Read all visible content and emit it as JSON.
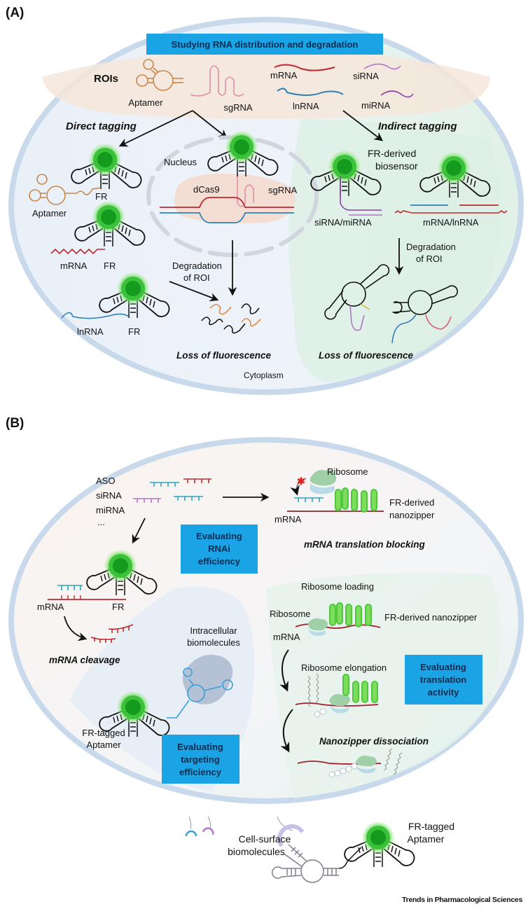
{
  "figure": {
    "journal": "Trends in Pharmacological Sciences",
    "colors": {
      "box_fill": "#1aa4e6",
      "box_text": "#0d2b4f",
      "membrane": "#b9cde4",
      "fluor_green": "#3cc23a",
      "fluor_core": "#149a1c",
      "mrna_red": "#c0282d",
      "lnrna_blue": "#2f7fb8",
      "aptamer_orange": "#c9874b",
      "sgrna_pink": "#e08fa6",
      "sirna_purple": "#b176c9"
    }
  },
  "panelA": {
    "label": "(A)",
    "title_box": "Studying RNA distribution and degradation",
    "rois_label": "ROIs",
    "roi_items": {
      "aptamer": "Aptamer",
      "sgrna": "sgRNA",
      "mrna": "mRNA",
      "lnrna": "lnRNA",
      "sirna": "siRNA",
      "mirna": "miRNA"
    },
    "direct_tagging": "Direct tagging",
    "indirect_tagging": "Indirect tagging",
    "nucleus": "Nucleus",
    "dcas9": "dCas9",
    "sgrna": "sgRNA",
    "fr": "FR",
    "aptamer": "Aptamer",
    "mrna": "mRNA",
    "lnrna": "lnRNA",
    "fr_biosensor_line1": "FR-derived",
    "fr_biosensor_line2": "biosensor",
    "sirna_mirna": "siRNA/miRNA",
    "mrna_lnrna": "mRNA/lnRNA",
    "degradation_line1": "Degradation",
    "degradation_line2": "of ROI",
    "loss_fluorescence": "Loss of fluorescence",
    "cytoplasm": "Cytoplasm"
  },
  "panelB": {
    "label": "(B)",
    "oligos": [
      "ASO",
      "siRNA",
      "miRNA",
      "..."
    ],
    "ribosome": "Ribosome",
    "mrna": "mRNA",
    "nanozipper_line1": "FR-derived",
    "nanozipper_line2": "nanozipper",
    "translation_blocking": "mRNA translation blocking",
    "box_rnai": [
      "Evaluating",
      "RNAi",
      "efficiency"
    ],
    "fr": "FR",
    "mrna_cleavage": "mRNA cleavage",
    "intracellular_line1": "Intracellular",
    "intracellular_line2": "biomolecules",
    "fr_tagged_line1": "FR-tagged",
    "fr_tagged_line2": "Aptamer",
    "box_targeting": [
      "Evaluating",
      "targeting",
      "efficiency"
    ],
    "ribosome_loading": "Ribosome loading",
    "fr_derived_nanozipper": "FR-derived nanozipper",
    "ribosome_elongation": "Ribosome elongation",
    "box_translation": [
      "Evaluating",
      "translation",
      "activity"
    ],
    "nanozipper_dissociation": "Nanozipper dissociation",
    "cell_surface_line1": "Cell-surface",
    "cell_surface_line2": "biomolecules",
    "outside_fr_line1": "FR-tagged",
    "outside_fr_line2": "Aptamer"
  }
}
